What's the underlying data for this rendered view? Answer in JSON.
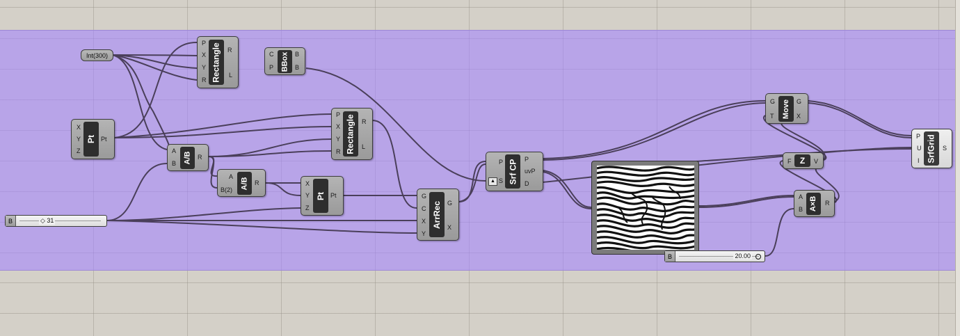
{
  "group_color": "#b8a4e8",
  "canvas_color": "#d4d0c8",
  "params": {
    "int300": "Int(300)"
  },
  "sliders": {
    "slider_b": {
      "label": "B",
      "value": "◇ 31"
    },
    "slider_b2": {
      "label": "B",
      "value": "20.00"
    }
  },
  "components": {
    "rect1": {
      "title": "Rectangle",
      "inputs": [
        "P",
        "X",
        "Y",
        "R"
      ],
      "outputs": [
        "R",
        "L"
      ]
    },
    "bbox": {
      "title": "BBox",
      "inputs": [
        "C",
        "P"
      ],
      "outputs": [
        "B",
        "B"
      ]
    },
    "pt1": {
      "title": "Pt",
      "inputs": [
        "X",
        "Y",
        "Z"
      ],
      "outputs": [
        "Pt"
      ]
    },
    "rect2": {
      "title": "Rectangle",
      "inputs": [
        "P",
        "X",
        "Y",
        "R"
      ],
      "outputs": [
        "R",
        "L"
      ]
    },
    "div1": {
      "title": "A/B",
      "inputs": [
        "A",
        "B"
      ],
      "outputs": [
        "R"
      ]
    },
    "div2": {
      "title": "A/B",
      "inputs": [
        "A",
        "B(2)"
      ],
      "outputs": [
        "R"
      ]
    },
    "pt2": {
      "title": "Pt",
      "inputs": [
        "X",
        "Y",
        "Z"
      ],
      "outputs": [
        "Pt"
      ]
    },
    "arrrec": {
      "title": "ArrRec",
      "inputs": [
        "G",
        "C",
        "X",
        "Y"
      ],
      "outputs": [
        "G",
        "X"
      ]
    },
    "srfcp": {
      "title": "Srf CP",
      "inputs": [
        "P",
        "S"
      ],
      "outputs": [
        "P",
        "uvP",
        "D"
      ]
    },
    "move": {
      "title": "Move",
      "inputs": [
        "G",
        "T"
      ],
      "outputs": [
        "G",
        "X"
      ]
    },
    "zvec": {
      "title": "Z",
      "inputs": [
        "F"
      ],
      "outputs": [
        "V"
      ]
    },
    "mult": {
      "title": "A×B",
      "inputs": [
        "A",
        "B"
      ],
      "outputs": [
        "R"
      ]
    },
    "srfgrid": {
      "title": "SrfGrid",
      "inputs": [
        "P",
        "U",
        "I"
      ],
      "outputs": [
        "S"
      ]
    }
  },
  "image_preview": {
    "name": "image-sampler-preview"
  }
}
